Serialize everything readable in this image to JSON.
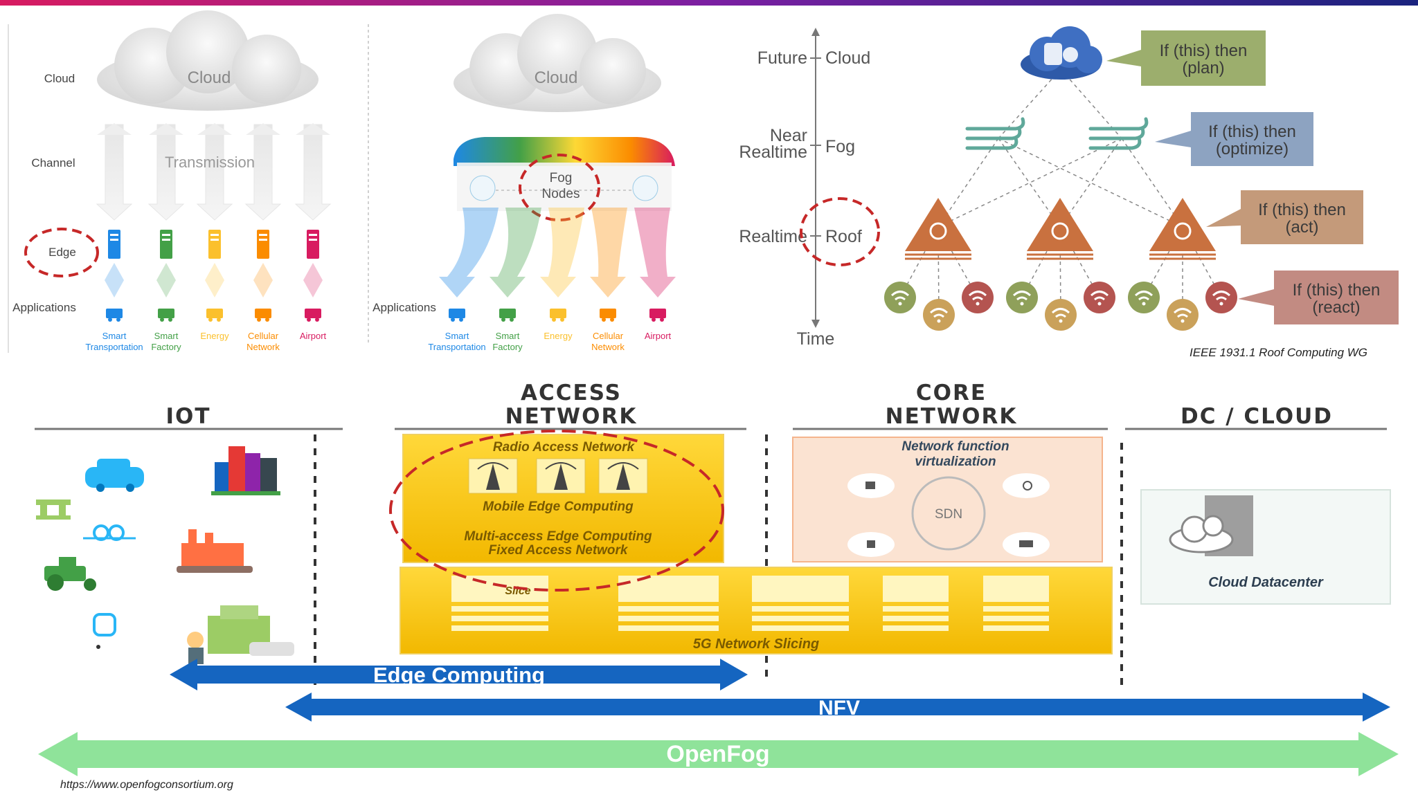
{
  "colors": {
    "accent_red": "#c62828",
    "blue_arrow": "#1565c0",
    "green_arrow": "#8fe39a",
    "yellow": "#f6c400",
    "orange_panel": "#fbe3d2"
  },
  "p1": {
    "cloud_row": "Cloud",
    "channel_row": "Channel",
    "edge_row": "Edge",
    "apps_row": "Applications",
    "cloud": "Cloud",
    "transmission": "Transmission",
    "apps": [
      {
        "l1": "Smart",
        "l2": "Transportation",
        "icon": "truck-icon",
        "color": "#1e88e5"
      },
      {
        "l1": "Smart",
        "l2": "Factory",
        "icon": "factory-icon",
        "color": "#43a047"
      },
      {
        "l1": "Energy",
        "l2": "",
        "icon": "windmill-icon",
        "color": "#fbc02d"
      },
      {
        "l1": "Cellular",
        "l2": "Network",
        "icon": "phone-icon",
        "color": "#fb8c00"
      },
      {
        "l1": "Airport",
        "l2": "",
        "icon": "plane-icon",
        "color": "#d81b60"
      }
    ]
  },
  "p2": {
    "cloud": "Cloud",
    "fog1": "Fog",
    "fog2": "Nodes",
    "apps_row": "Applications",
    "apps": [
      {
        "l1": "Smart",
        "l2": "Transportation",
        "color": "#1e88e5"
      },
      {
        "l1": "Smart",
        "l2": "Factory",
        "color": "#43a047"
      },
      {
        "l1": "Energy",
        "l2": "",
        "color": "#fbc02d"
      },
      {
        "l1": "Cellular",
        "l2": "Network",
        "color": "#fb8c00"
      },
      {
        "l1": "Airport",
        "l2": "",
        "color": "#d81b60"
      }
    ]
  },
  "p3": {
    "future": "Future",
    "cloud": "Cloud",
    "near": "Near",
    "realtime1": "Realtime",
    "fog": "Fog",
    "realtime2": "Realtime",
    "roof": "Roof",
    "time": "Time",
    "callouts": [
      {
        "l1": "If (this) then",
        "l2": "(plan)",
        "color": "#9cae6d"
      },
      {
        "l1": "If (this) then",
        "l2": "(optimize)",
        "color": "#8da3c1"
      },
      {
        "l1": "If (this) then",
        "l2": "(act)",
        "color": "#c49a7a"
      },
      {
        "l1": "If (this) then",
        "l2": "(react)",
        "color": "#c28b82"
      }
    ],
    "credit": "IEEE 1931.1 Roof Computing WG"
  },
  "p4": {
    "iot": "IOT",
    "access1": "ACCESS",
    "access2": "NETWORK",
    "core1": "CORE",
    "core2": "NETWORK",
    "dc": "DC / CLOUD",
    "ran": "Radio Access Network",
    "mec": "Mobile Edge Computing",
    "mac": "Multi-access Edge Computing",
    "fan": "Fixed Access Network",
    "nfv_title1": "Network function",
    "nfv_title2": "virtualization",
    "sdn": "SDN",
    "slice": "Slice",
    "slicing": "5G Network Slicing",
    "cloud_dc": "Cloud Datacenter",
    "edge_arrow": "Edge Computing",
    "nfv_arrow": "NFV",
    "openfog_arrow": "OpenFog"
  },
  "footer": {
    "url": "https://www.openfogconsortium.org"
  }
}
